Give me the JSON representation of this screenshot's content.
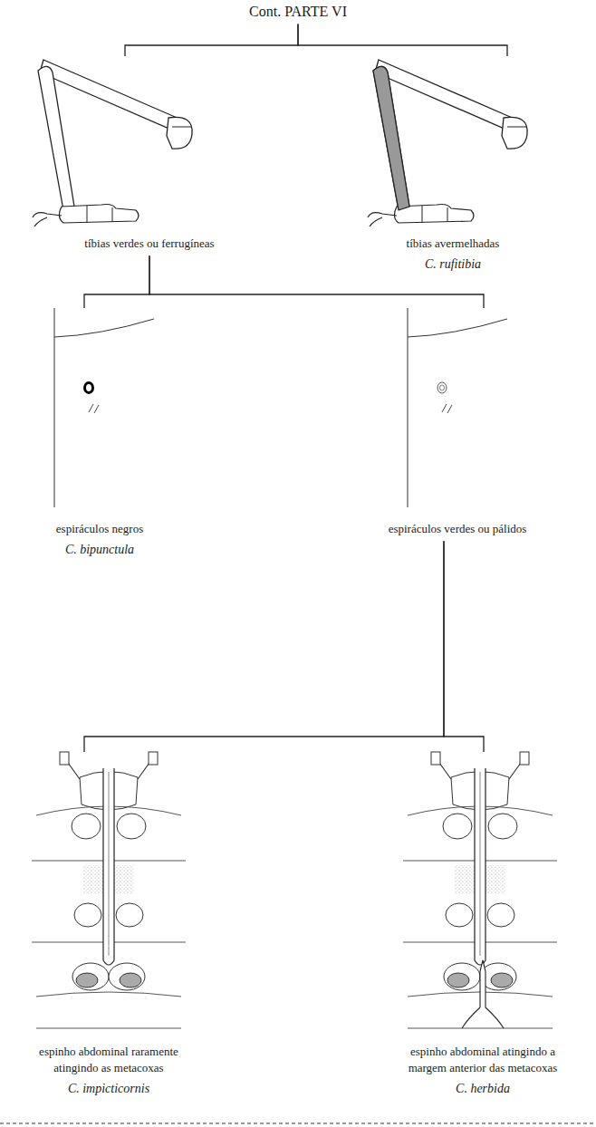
{
  "diagram": {
    "nodes": [
      {
        "text": [
          "Cont. PARTE VI"
        ]
      },
      {
        "text": [
          "tíbias verdes ou ferrugíneas"
        ]
      },
      {
        "text": [
          "tíbias avermelhadas",
          "C. rufitibia"
        ]
      },
      {
        "text": [
          "espiráculos negros",
          "C. bipunctula"
        ]
      },
      {
        "text": [
          "espiráculos verdes ou pálidos"
        ]
      },
      {
        "text": [
          "espinho abdominal raramente atingindo as metacoxas",
          "C. impicticornis"
        ]
      },
      {
        "text": [
          "espinho abdominal atingindo a margem anterior das metacoxas",
          "C. herbida"
        ]
      }
    ],
    "edges": [
      {
        "from": 0,
        "to": 1,
        "arrow": "none"
      },
      {
        "from": 0,
        "to": 2,
        "arrow": "none"
      },
      {
        "from": 1,
        "to": 3,
        "arrow": "none"
      },
      {
        "from": 1,
        "to": 4,
        "arrow": "none"
      },
      {
        "from": 4,
        "to": 5,
        "arrow": "none"
      },
      {
        "from": 4,
        "to": 6,
        "arrow": "none"
      }
    ]
  }
}
